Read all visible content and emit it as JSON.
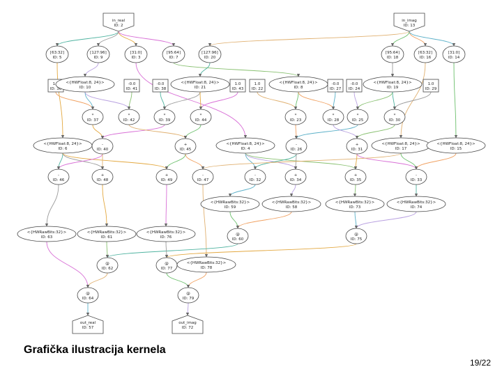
{
  "caption": "Grafička ilustracija kernela",
  "page_number": "19/22",
  "edge_colors": [
    "#4fb3a0",
    "#9b9b9b",
    "#e3a840",
    "#d86fd6",
    "#e0b070",
    "#6bbf6b",
    "#f0a060",
    "#5bb0c8",
    "#b8a0e0",
    "#88c070"
  ],
  "nodes": [
    {
      "id": "n2",
      "shape": "invhouse",
      "label": "in_real",
      "sub": "ID: 2"
    },
    {
      "id": "n13",
      "shape": "invhouse",
      "label": "in_imag",
      "sub": "ID: 13"
    },
    {
      "id": "n5",
      "shape": "ellipse",
      "label": "[63:32]",
      "sub": "ID: 5"
    },
    {
      "id": "n9",
      "shape": "ellipse",
      "label": "[127:96]",
      "sub": "ID: 9"
    },
    {
      "id": "n3",
      "shape": "ellipse",
      "label": "[31:0]",
      "sub": "ID: 3"
    },
    {
      "id": "n7",
      "shape": "ellipse",
      "label": "[95:64]",
      "sub": "ID: 7"
    },
    {
      "id": "n20",
      "shape": "ellipse",
      "label": "[127:96]",
      "sub": "ID: 20"
    },
    {
      "id": "n18",
      "shape": "ellipse",
      "label": "[95:64]",
      "sub": "ID: 18"
    },
    {
      "id": "n16",
      "shape": "ellipse",
      "label": "[63:32]",
      "sub": "ID: 16"
    },
    {
      "id": "n14",
      "shape": "ellipse",
      "label": "[31:0]",
      "sub": "ID: 14"
    },
    {
      "id": "n36",
      "shape": "box",
      "label": "1.0",
      "sub": "ID: 36"
    },
    {
      "id": "n10",
      "shape": "ellipse",
      "label": "<{HWFloat:8, 24}>",
      "sub": "ID: 10"
    },
    {
      "id": "n41",
      "shape": "box",
      "label": "-0.0",
      "sub": "ID: 41"
    },
    {
      "id": "n38",
      "shape": "box",
      "label": "-0.0",
      "sub": "ID: 38"
    },
    {
      "id": "n21",
      "shape": "ellipse",
      "label": "<{HWFloat:8, 24}>",
      "sub": "ID: 21"
    },
    {
      "id": "n43",
      "shape": "box",
      "label": "1.0",
      "sub": "ID: 43"
    },
    {
      "id": "n22",
      "shape": "box",
      "label": "1.0",
      "sub": "ID: 22"
    },
    {
      "id": "n8",
      "shape": "ellipse",
      "label": "<{HWFloat:8, 24}>",
      "sub": "ID: 8"
    },
    {
      "id": "n27",
      "shape": "box",
      "label": "-0.0",
      "sub": "ID: 27"
    },
    {
      "id": "n24",
      "shape": "box",
      "label": "-0.0",
      "sub": "ID: 24"
    },
    {
      "id": "n19",
      "shape": "ellipse",
      "label": "<{HWFloat:8, 24}>",
      "sub": "ID: 19"
    },
    {
      "id": "n29",
      "shape": "box",
      "label": "1.0",
      "sub": "ID: 29"
    },
    {
      "id": "n37",
      "shape": "ellipse",
      "label": "*",
      "sub": "ID: 37"
    },
    {
      "id": "n42",
      "shape": "ellipse",
      "label": "*",
      "sub": "ID: 42"
    },
    {
      "id": "n39",
      "shape": "ellipse",
      "label": "*",
      "sub": "ID: 39"
    },
    {
      "id": "n44",
      "shape": "ellipse",
      "label": "*",
      "sub": "ID: 44"
    },
    {
      "id": "n23",
      "shape": "ellipse",
      "label": "*",
      "sub": "ID: 23"
    },
    {
      "id": "n28",
      "shape": "ellipse",
      "label": "*",
      "sub": "ID: 28"
    },
    {
      "id": "n25",
      "shape": "ellipse",
      "label": "*",
      "sub": "ID: 25"
    },
    {
      "id": "n30",
      "shape": "ellipse",
      "label": "*",
      "sub": "ID: 30"
    },
    {
      "id": "n6",
      "shape": "ellipse",
      "label": "<{HWFloat:8, 24}>",
      "sub": "ID: 6"
    },
    {
      "id": "n40",
      "shape": "ellipse",
      "label": "-",
      "sub": "ID: 40"
    },
    {
      "id": "n45",
      "shape": "ellipse",
      "label": "+",
      "sub": "ID: 45"
    },
    {
      "id": "n4",
      "shape": "ellipse",
      "label": "<{HWFloat:8, 24}>",
      "sub": "ID: 4"
    },
    {
      "id": "n26",
      "shape": "ellipse",
      "label": "-",
      "sub": "ID: 26"
    },
    {
      "id": "n31",
      "shape": "ellipse",
      "label": "+",
      "sub": "ID: 31"
    },
    {
      "id": "n17",
      "shape": "ellipse",
      "label": "<{HWFloat:8, 24}>",
      "sub": "ID: 17"
    },
    {
      "id": "n15",
      "shape": "ellipse",
      "label": "<{HWFloat:8, 24}>",
      "sub": "ID: 15"
    },
    {
      "id": "n46",
      "shape": "ellipse",
      "label": "-",
      "sub": "ID: 46"
    },
    {
      "id": "n48",
      "shape": "ellipse",
      "label": "+",
      "sub": "ID: 48"
    },
    {
      "id": "n49",
      "shape": "ellipse",
      "label": "+",
      "sub": "ID: 49"
    },
    {
      "id": "n47",
      "shape": "ellipse",
      "label": "-",
      "sub": "ID: 47"
    },
    {
      "id": "n32",
      "shape": "ellipse",
      "label": "-",
      "sub": "ID: 32"
    },
    {
      "id": "n34",
      "shape": "ellipse",
      "label": "+",
      "sub": "ID: 34"
    },
    {
      "id": "n35",
      "shape": "ellipse",
      "label": "+",
      "sub": "ID: 35"
    },
    {
      "id": "n33",
      "shape": "ellipse",
      "label": "-",
      "sub": "ID: 33"
    },
    {
      "id": "n59",
      "shape": "ellipse",
      "label": "<{HWRawBits:32}>",
      "sub": "ID: 59"
    },
    {
      "id": "n58",
      "shape": "ellipse",
      "label": "<{HWRawBits:32}>",
      "sub": "ID: 58"
    },
    {
      "id": "n73",
      "shape": "ellipse",
      "label": "<{HWRawBits:32}>",
      "sub": "ID: 73"
    },
    {
      "id": "n74",
      "shape": "ellipse",
      "label": "<{HWRawBits:32}>",
      "sub": "ID: 74"
    },
    {
      "id": "n63",
      "shape": "ellipse",
      "label": "<{HWRawBits:32}>",
      "sub": "ID: 63"
    },
    {
      "id": "n61",
      "shape": "ellipse",
      "label": "<{HWRawBits:32}>",
      "sub": "ID: 61"
    },
    {
      "id": "n76",
      "shape": "ellipse",
      "label": "<{HWRawBits:32}>",
      "sub": "ID: 76"
    },
    {
      "id": "n60",
      "shape": "ellipse",
      "label": "@",
      "sub": "ID: 60"
    },
    {
      "id": "n75",
      "shape": "ellipse",
      "label": "@",
      "sub": "ID: 75"
    },
    {
      "id": "n62",
      "shape": "ellipse",
      "label": "@",
      "sub": "ID: 62"
    },
    {
      "id": "n77",
      "shape": "ellipse",
      "label": "@",
      "sub": "ID: 77"
    },
    {
      "id": "n78",
      "shape": "ellipse",
      "label": "<{HWRawBits:32}>",
      "sub": "ID: 78"
    },
    {
      "id": "n64",
      "shape": "ellipse",
      "label": "@",
      "sub": "ID: 64"
    },
    {
      "id": "n79",
      "shape": "ellipse",
      "label": "@",
      "sub": "ID: 79"
    },
    {
      "id": "n57",
      "shape": "house",
      "label": "out_real",
      "sub": "ID: 57"
    },
    {
      "id": "n72",
      "shape": "house",
      "label": "out_imag",
      "sub": "ID: 72"
    }
  ],
  "edges": [
    [
      "n2",
      "n5"
    ],
    [
      "n2",
      "n9"
    ],
    [
      "n2",
      "n3"
    ],
    [
      "n2",
      "n7"
    ],
    [
      "n13",
      "n20"
    ],
    [
      "n13",
      "n18"
    ],
    [
      "n13",
      "n16"
    ],
    [
      "n13",
      "n14"
    ],
    [
      "n9",
      "n10"
    ],
    [
      "n7",
      "n8"
    ],
    [
      "n20",
      "n21"
    ],
    [
      "n18",
      "n19"
    ],
    [
      "n5",
      "n6"
    ],
    [
      "n3",
      "n4"
    ],
    [
      "n16",
      "n17"
    ],
    [
      "n14",
      "n15"
    ],
    [
      "n36",
      "n37"
    ],
    [
      "n10",
      "n37"
    ],
    [
      "n10",
      "n42"
    ],
    [
      "n41",
      "n42"
    ],
    [
      "n38",
      "n39"
    ],
    [
      "n21",
      "n39"
    ],
    [
      "n21",
      "n44"
    ],
    [
      "n43",
      "n44"
    ],
    [
      "n22",
      "n23"
    ],
    [
      "n8",
      "n23"
    ],
    [
      "n8",
      "n28"
    ],
    [
      "n27",
      "n28"
    ],
    [
      "n24",
      "n25"
    ],
    [
      "n19",
      "n25"
    ],
    [
      "n19",
      "n30"
    ],
    [
      "n29",
      "n30"
    ],
    [
      "n37",
      "n40"
    ],
    [
      "n39",
      "n40"
    ],
    [
      "n42",
      "n45"
    ],
    [
      "n44",
      "n45"
    ],
    [
      "n23",
      "n26"
    ],
    [
      "n25",
      "n26"
    ],
    [
      "n28",
      "n31"
    ],
    [
      "n30",
      "n31"
    ],
    [
      "n6",
      "n46"
    ],
    [
      "n6",
      "n48"
    ],
    [
      "n6",
      "n49"
    ],
    [
      "n40",
      "n46"
    ],
    [
      "n40",
      "n48"
    ],
    [
      "n45",
      "n49"
    ],
    [
      "n45",
      "n47"
    ],
    [
      "n4",
      "n32"
    ],
    [
      "n4",
      "n34"
    ],
    [
      "n4",
      "n35"
    ],
    [
      "n26",
      "n32"
    ],
    [
      "n26",
      "n34"
    ],
    [
      "n31",
      "n35"
    ],
    [
      "n31",
      "n33"
    ],
    [
      "n17",
      "n47"
    ],
    [
      "n17",
      "n33"
    ],
    [
      "n15",
      "n33"
    ],
    [
      "n32",
      "n59"
    ],
    [
      "n34",
      "n58"
    ],
    [
      "n35",
      "n73"
    ],
    [
      "n33",
      "n74"
    ],
    [
      "n46",
      "n63"
    ],
    [
      "n48",
      "n61"
    ],
    [
      "n49",
      "n76"
    ],
    [
      "n47",
      "n78"
    ],
    [
      "n59",
      "n60"
    ],
    [
      "n58",
      "n60"
    ],
    [
      "n73",
      "n75"
    ],
    [
      "n74",
      "n75"
    ],
    [
      "n61",
      "n62"
    ],
    [
      "n60",
      "n62"
    ],
    [
      "n76",
      "n77"
    ],
    [
      "n75",
      "n77"
    ],
    [
      "n63",
      "n64"
    ],
    [
      "n62",
      "n64"
    ],
    [
      "n77",
      "n79"
    ],
    [
      "n78",
      "n79"
    ],
    [
      "n64",
      "n57"
    ],
    [
      "n79",
      "n72"
    ]
  ]
}
